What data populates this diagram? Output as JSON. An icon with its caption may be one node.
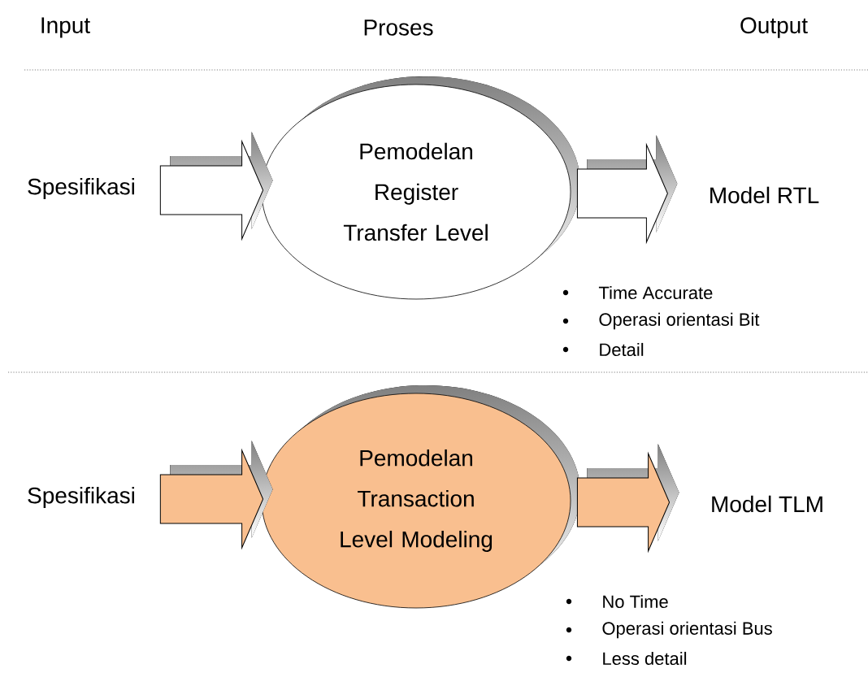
{
  "diagram": {
    "nodes": [
      {
        "text": [
          "Spesifikasi"
        ]
      },
      {
        "text": [
          "Pemodelan Register Transfer Level"
        ]
      },
      {
        "text": [
          "Model RTL"
        ],
        "beside": [
          "Time Accurate",
          "Operasi orientasi Bit",
          "Detail"
        ]
      },
      {
        "text": [
          "Spesifikasi"
        ]
      },
      {
        "text": [
          "Pemodelan Transaction Level Modeling"
        ]
      },
      {
        "text": [
          "Model TLM"
        ],
        "beside": [
          "No Time",
          "Operasi orientasi Bus",
          "Less detail"
        ]
      }
    ],
    "edges": [
      {
        "from": 0,
        "to": 1,
        "arrow": "to"
      },
      {
        "from": 1,
        "to": 2,
        "arrow": "to"
      },
      {
        "from": 3,
        "to": 4,
        "arrow": "to",
        "color": "#f9bf8f"
      },
      {
        "from": 4,
        "to": 5,
        "arrow": "to",
        "color": "#f9bf8f"
      }
    ],
    "labels": [
      "Input",
      "Proses",
      "Output"
    ]
  }
}
